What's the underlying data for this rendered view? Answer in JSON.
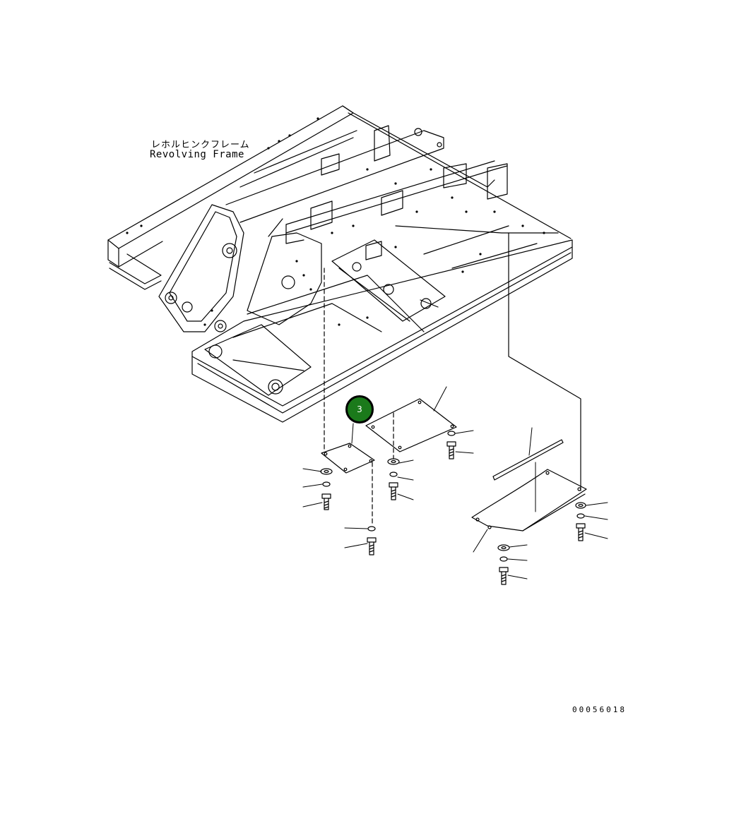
{
  "frame_label": {
    "jp": "レホルヒンクフレーム",
    "en": "Revolving Frame"
  },
  "callout": {
    "number": "3",
    "color": "#1b7a1b"
  },
  "drawing_number": "00056018"
}
